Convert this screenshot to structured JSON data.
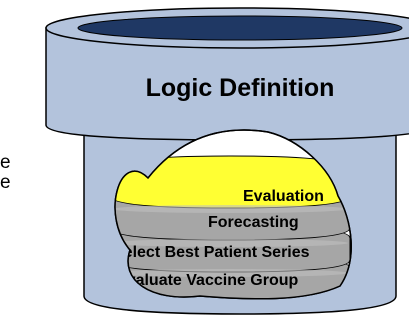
{
  "diagram": {
    "title": "Logic Definition",
    "layers": [
      "Evaluation",
      "Forecasting",
      "Select Best Patient Series",
      "Evaluate Vaccine Group"
    ],
    "left_edge_fragments": [
      "e",
      "e"
    ]
  },
  "colors": {
    "cylinder_fill": "#b3c3dc",
    "cylinder_inner": "#1f3864",
    "outline": "#000000",
    "highlight_layer": "#ffff33",
    "grey_layer": "#a6a6a6",
    "grey_layer_top": "#bfbfbf"
  }
}
